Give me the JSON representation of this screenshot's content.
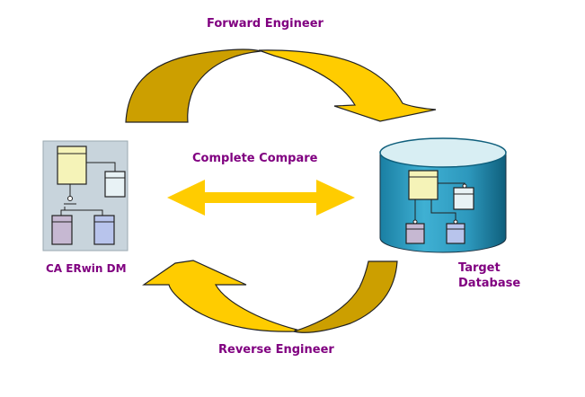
{
  "labels": {
    "forward": "Forward Engineer",
    "compare": "Complete Compare",
    "reverse": "Reverse Engineer",
    "source": "CA ERwin DM",
    "target_line1": "Target",
    "target_line2": "Database"
  },
  "colors": {
    "label_text": "#800080",
    "arrow_light": "#ffcc00",
    "arrow_dark": "#cc9f00",
    "cylinder": "#2b95b8",
    "model_panel": "#c8d4dc"
  }
}
